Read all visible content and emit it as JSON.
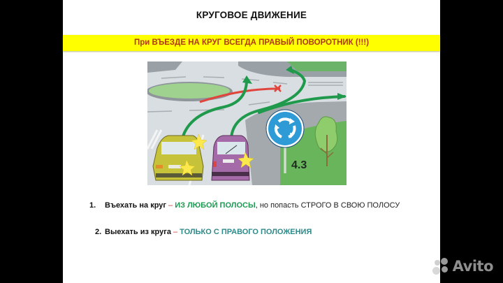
{
  "slide": {
    "title": "КРУГОВОЕ ДВИЖЕНИЕ",
    "banner": "При ВЪЕЗДЕ НА КРУГ ВСЕГДА ПРАВЫЙ ПОВОРОТНИК (!!!)",
    "illustration": {
      "description": "Roundabout entry diagram with two cars signaling right",
      "sign_label": "4.3",
      "icons": [
        "roundabout-sign-icon",
        "green-arrow-icon",
        "red-cross-icon",
        "turn-signal-flash-icon"
      ]
    },
    "rules": [
      {
        "number": "1.",
        "action": "Въехать на круг",
        "dash": " – ",
        "highlight": "ИЗ ЛЮБОЙ ПОЛОСЫ",
        "rest": ", но попасть СТРОГО В СВОЮ ПОЛОСУ"
      },
      {
        "number": "2.",
        "action": "Выехать из круга",
        "dash": " – ",
        "highlight": "ТОЛЬКО С ПРАВОГО ПОЛОЖЕНИЯ"
      }
    ]
  },
  "watermark": {
    "text": "Avito"
  },
  "colors": {
    "banner_bg": "#ffff00",
    "banner_text": "#b03a10",
    "rule1_highlight": "#1f9a54",
    "rule2_highlight": "#2f8a8a",
    "frame": "#000000",
    "slide_bg": "#ffffff"
  }
}
